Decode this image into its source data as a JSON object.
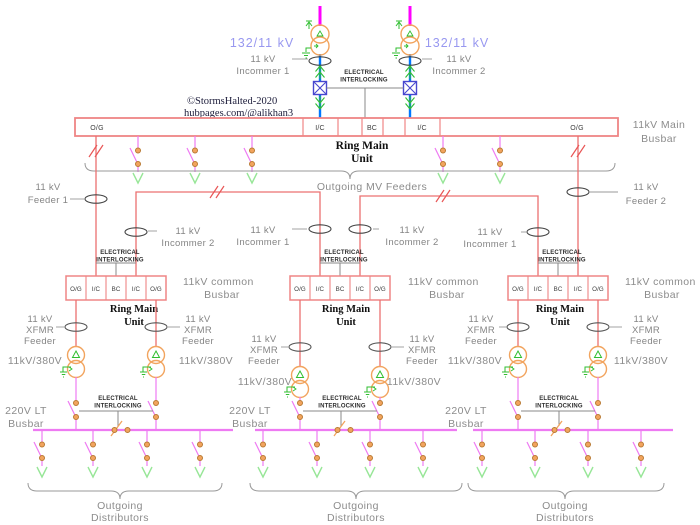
{
  "watermark": {
    "line1": "©StormsHalted-2020",
    "line2": "hubpages.com/@alikhan3"
  },
  "colors": {
    "hv_line_magenta": "#ff00ff",
    "incomer_blue": "#0077ff",
    "mv_salmon": "#ec7070",
    "busbar_border": "#ef8585",
    "lv_violet": "#ee7af2",
    "transformer_orange": "#f2a45e",
    "switch_dot_orange": "#f2a45e",
    "ground_green": "#2fbe2f",
    "arrow_pale_green": "#98e698",
    "breaker_blue": "#4747cf",
    "label_gray": "#8c8c8c",
    "rating_periwinkle": "#9898f0",
    "slash_red": "#e85555"
  },
  "incomers": [
    {
      "rating": "132/11 kV",
      "label_l1": "11 kV",
      "label_l2": "Incommer 1"
    },
    {
      "rating": "132/11 kV",
      "label_l1": "11 kV",
      "label_l2": "Incommer 2"
    }
  ],
  "top_interlock": {
    "l1": "ELECTRICAL",
    "l2": "INTERLOCKING"
  },
  "main_busbar": {
    "cells": [
      "O/G",
      "I/C",
      "BC",
      "I/C",
      "O/G"
    ],
    "rmu_l1": "Ring Main",
    "rmu_l2": "Unit",
    "label_l1": "11kV Main",
    "label_l2": "Busbar"
  },
  "mv_section": {
    "brace_label": "Outgoing MV Feeders",
    "feeder1_l1": "11 kV",
    "feeder1_l2": "Feeder 1",
    "feeder2_l1": "11 kV",
    "feeder2_l2": "Feeder 2"
  },
  "substations": [
    {
      "incomer_right_l1": "11 kV",
      "incomer_right_l2": "Incommer 2",
      "hv_interlock_l1": "ELECTRICAL",
      "hv_interlock_l2": "INTERLOCKING",
      "rmu_cells": [
        "O/G",
        "I/C",
        "BC",
        "I/C",
        "O/G"
      ],
      "rmu_l1": "Ring Main",
      "rmu_l2": "Unit",
      "common_bus_l1": "11kV common",
      "common_bus_l2": "Busbar",
      "xfmr_left_l1": "11 kV",
      "xfmr_left_l2": "XFMR",
      "xfmr_left_l3": "Feeder",
      "xfmr_right_l1": "11 kV",
      "xfmr_right_l2": "XFMR",
      "xfmr_right_l3": "Feeder",
      "xfmr_rating_left": "11kV/380V",
      "xfmr_rating_right": "11kV/380V",
      "lv_interlock_l1": "ELECTRICAL",
      "lv_interlock_l2": "INTERLOCKING",
      "lt_bus_l1": "220V LT",
      "lt_bus_l2": "Busbar",
      "dist_l1": "Outgoing",
      "dist_l2": "Distributors"
    },
    {
      "incomer_left_l1": "11 kV",
      "incomer_left_l2": "Incommer 1",
      "incomer_right_l1": "11 kV",
      "incomer_right_l2": "Incommer 2",
      "hv_interlock_l1": "ELECTRICAL",
      "hv_interlock_l2": "INTERLOCKING",
      "rmu_cells": [
        "O/G",
        "I/C",
        "BC",
        "I/C",
        "O/G"
      ],
      "rmu_l1": "Ring Main",
      "rmu_l2": "Unit",
      "common_bus_l1": "11kV common",
      "common_bus_l2": "Busbar",
      "xfmr_left_l1": "11 kV",
      "xfmr_left_l2": "XFMR",
      "xfmr_left_l3": "Feeder",
      "xfmr_right_l1": "11 kV",
      "xfmr_right_l2": "XFMR",
      "xfmr_right_l3": "Feeder",
      "xfmr_rating_left": "11kV/380V",
      "xfmr_rating_right": "11kV/380V",
      "lv_interlock_l1": "ELECTRICAL",
      "lv_interlock_l2": "INTERLOCKING",
      "lt_bus_l1": "220V LT",
      "lt_bus_l2": "Busbar",
      "dist_l1": "Outgoing",
      "dist_l2": "Distributors"
    },
    {
      "incomer_left_l1": "11 kV",
      "incomer_left_l2": "Incommer 1",
      "hv_interlock_l1": "ELECTRICAL",
      "hv_interlock_l2": "INTERLOCKING",
      "rmu_cells": [
        "O/G",
        "I/C",
        "BC",
        "I/C",
        "O/G"
      ],
      "rmu_l1": "Ring Main",
      "rmu_l2": "Unit",
      "common_bus_l1": "11kV common",
      "common_bus_l2": "Busbar",
      "xfmr_left_l1": "11 kV",
      "xfmr_left_l2": "XFMR",
      "xfmr_left_l3": "Feeder",
      "xfmr_right_l1": "11 kV",
      "xfmr_right_l2": "XFMR",
      "xfmr_right_l3": "Feeder",
      "xfmr_rating_left": "11kV/380V",
      "xfmr_rating_right": "11kV/380V",
      "lv_interlock_l1": "ELECTRICAL",
      "lv_interlock_l2": "INTERLOCKING",
      "lt_bus_l1": "220V LT",
      "lt_bus_l2": "Busbar",
      "dist_l1": "Outgoing",
      "dist_l2": "Distributors"
    }
  ]
}
